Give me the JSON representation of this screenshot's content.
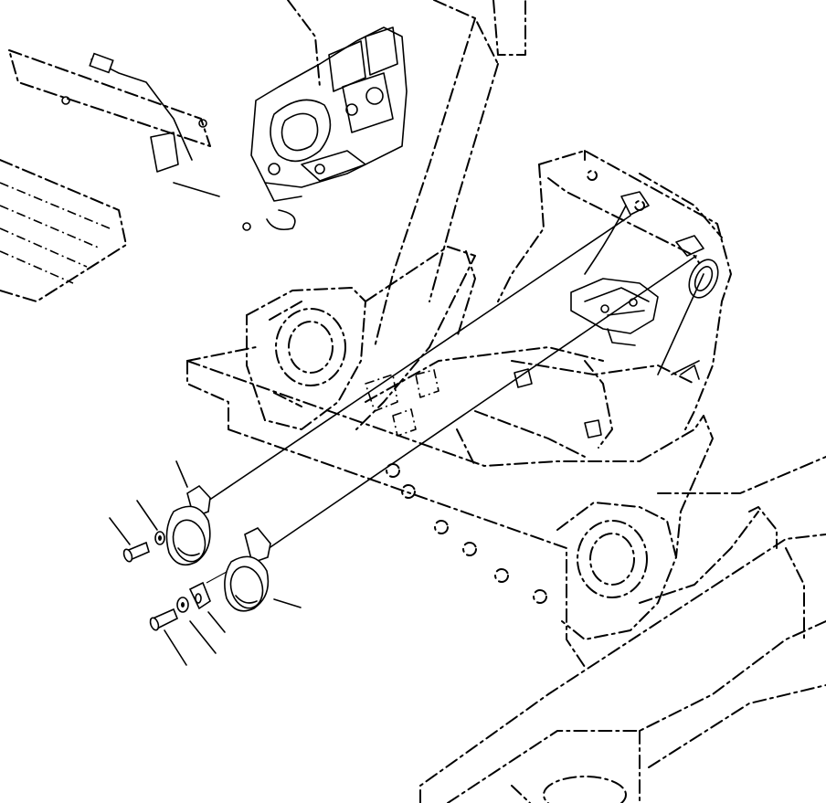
{
  "diagram": {
    "type": "exploded-parts-drawing",
    "components": [
      "loader-frame",
      "control-valve-assembly",
      "left-lamp",
      "right-lamp",
      "bolt",
      "lock-washer",
      "flat-washer",
      "mounting-bracket",
      "wiring-leads",
      "callout-leaders"
    ],
    "text_labels": []
  }
}
